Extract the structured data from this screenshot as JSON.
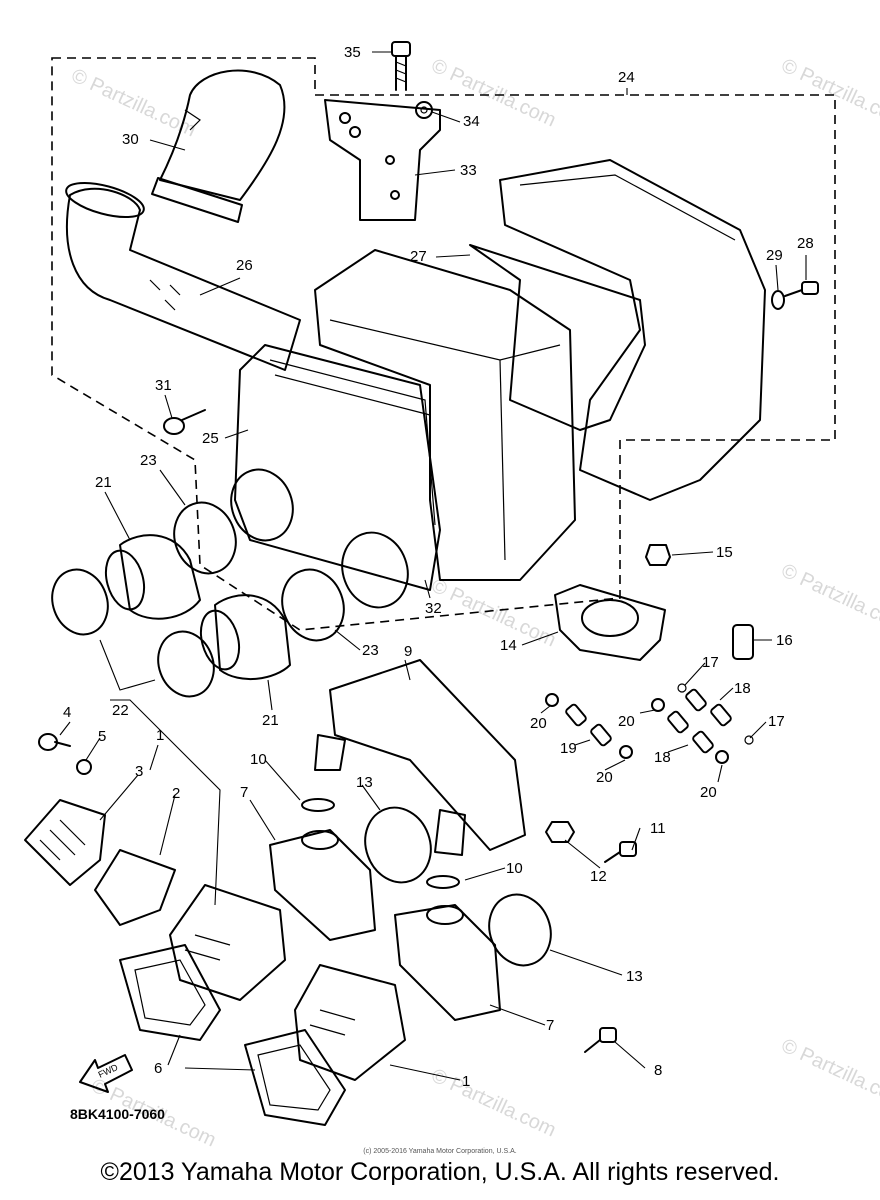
{
  "diagram": {
    "callouts": [
      "35",
      "24",
      "34",
      "30",
      "33",
      "28",
      "29",
      "27",
      "26",
      "31",
      "25",
      "23",
      "21",
      "15",
      "14",
      "16",
      "32",
      "23",
      "22",
      "21",
      "9",
      "17",
      "18",
      "20",
      "20",
      "17",
      "4",
      "5",
      "1",
      "3",
      "2",
      "19",
      "18",
      "20",
      "10",
      "7",
      "13",
      "11",
      "20",
      "12",
      "10",
      "13",
      "7",
      "6",
      "1",
      "8"
    ],
    "part_code": "8BK4100-7060",
    "small_copyright": "(c) 2005-2016 Yamaha Motor Corporation, U.S.A.",
    "watermark": "© Partzilla.com",
    "fwd_label": "FWD"
  },
  "footer": {
    "copyright": "©2013 Yamaha Motor Corporation, U.S.A. All rights reserved."
  }
}
